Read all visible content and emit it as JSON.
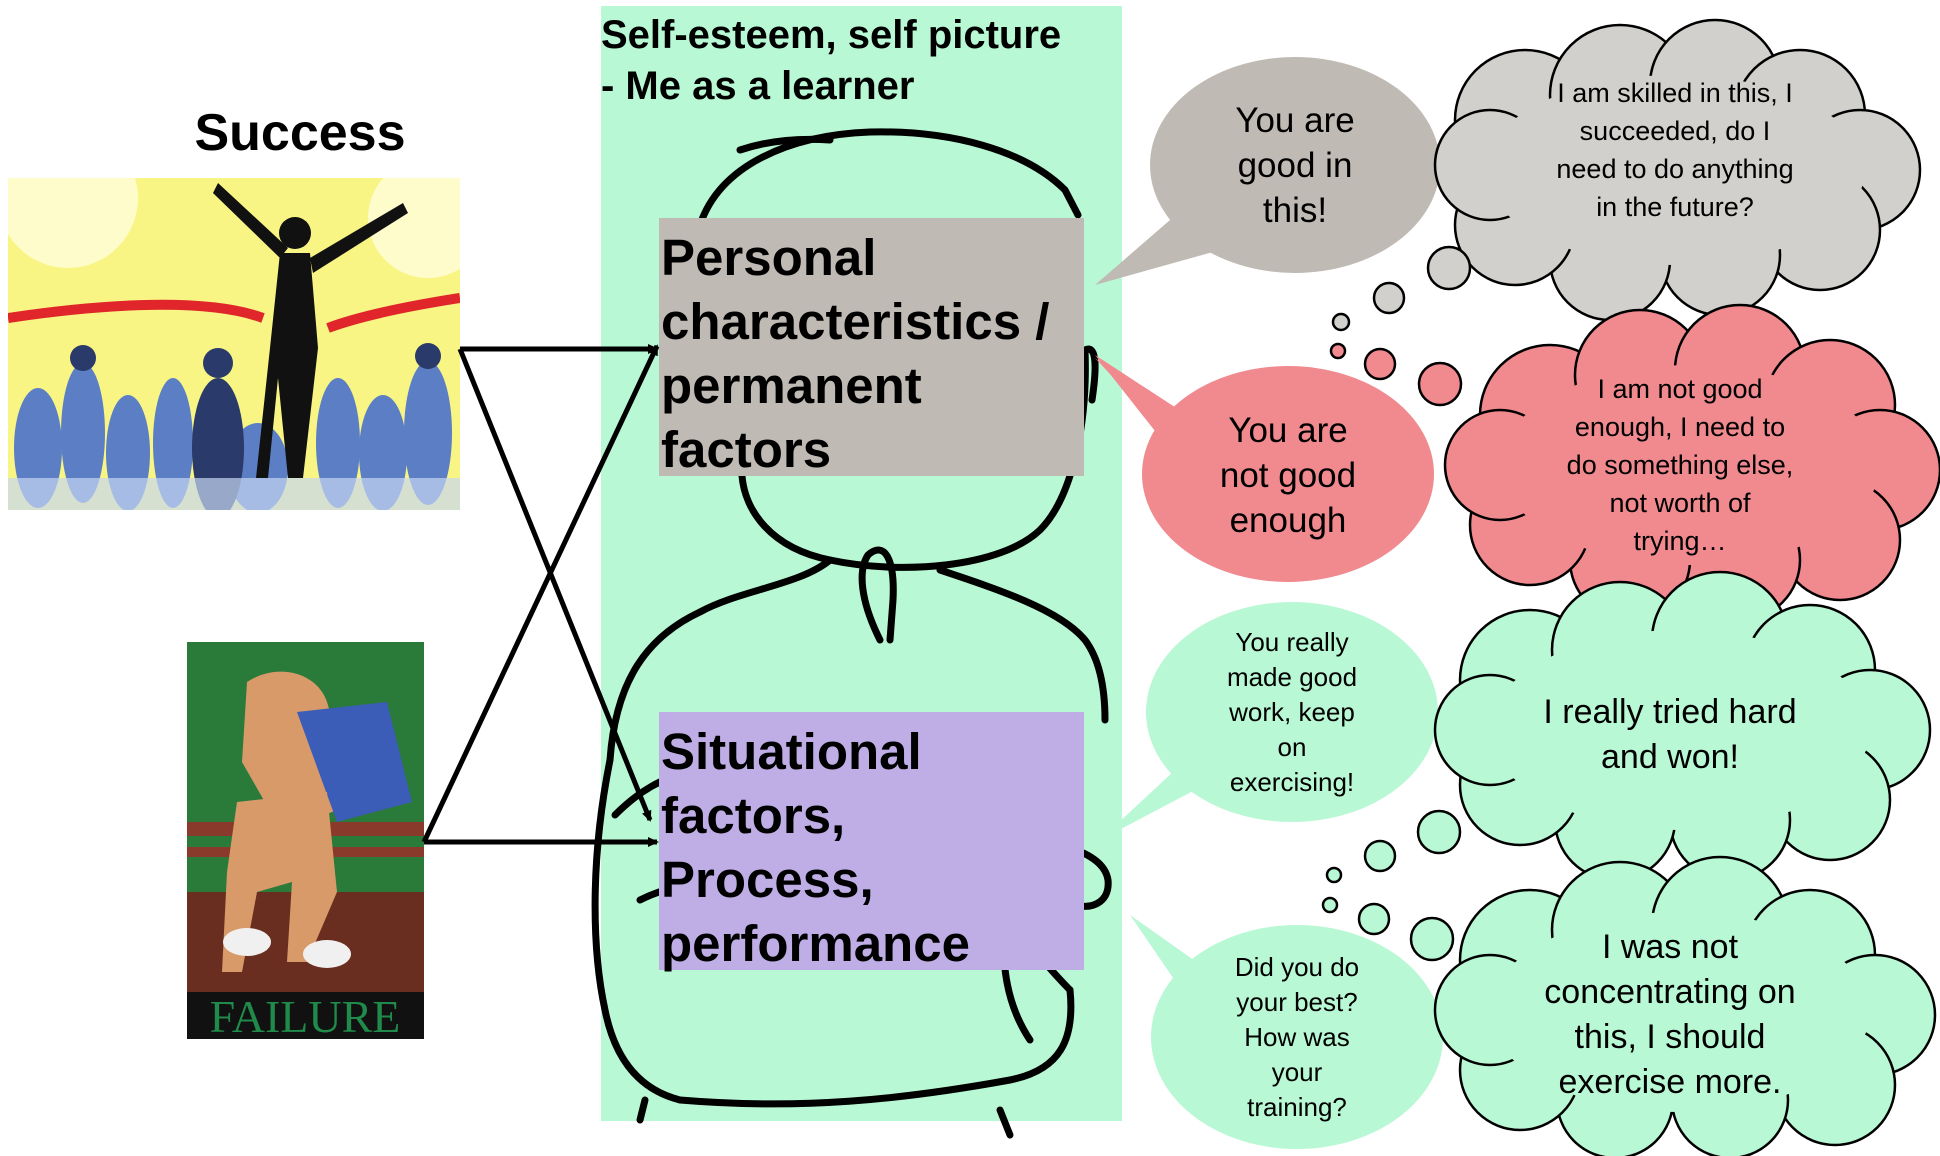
{
  "panel": {
    "title_line1": "Self-esteem, self picture",
    "title_line2": "- Me as a learner"
  },
  "success_label": "Success",
  "failure_label": "FAILURE",
  "boxes": {
    "personal": [
      "Personal",
      "characteristics /",
      "permanent",
      "factors"
    ],
    "situational": [
      "Situational",
      "factors,",
      "Process,",
      "performance"
    ]
  },
  "speech": {
    "good": [
      "You are",
      "good in",
      "this!"
    ],
    "not_good": [
      "You are",
      "not good",
      "enough"
    ],
    "good_work": [
      "You really",
      "made good",
      "work, keep",
      "on",
      "exercising!"
    ],
    "did_best": [
      "Did you do",
      "your best?",
      "How was",
      "your",
      "training?"
    ]
  },
  "thoughts": {
    "skilled": [
      "I am skilled in this, I",
      "succeeded, do I",
      "need to do anything",
      "in the future?"
    ],
    "not_good": [
      "I am not good",
      "enough, I need to",
      "do something else,",
      "not worth of",
      "trying…"
    ],
    "tried": [
      "I really tried hard",
      "and won!"
    ],
    "not_concentrating": [
      "I was not",
      "concentrating on",
      "this, I should",
      "exercise more."
    ]
  },
  "colors": {
    "panel": "#b9f8d4",
    "personal": "#bfbab4",
    "situational": "#bfaee6",
    "gray_bubble": "#bfbab4",
    "pink_bubble": "#f08a8f",
    "green_bubble": "#b9f8d4"
  },
  "icons": [
    "winner-crowd-image",
    "failure-athlete-image",
    "boy-thinking-drawing"
  ]
}
